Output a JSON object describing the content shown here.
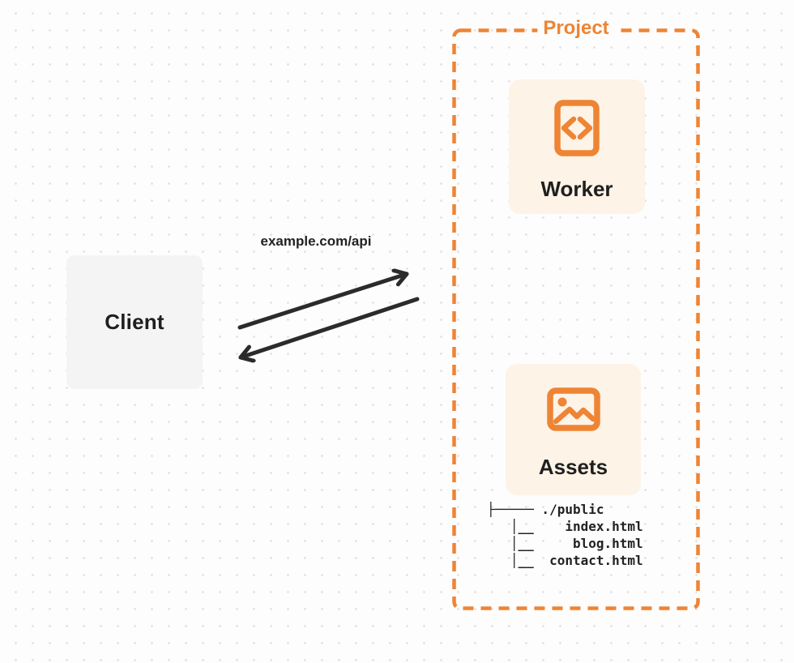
{
  "diagram": {
    "client": {
      "label": "Client"
    },
    "request": {
      "label": "example.com/api"
    },
    "project": {
      "label": "Project",
      "worker": {
        "label": "Worker",
        "icon": "code-file-icon"
      },
      "assets": {
        "label": "Assets",
        "icon": "image-icon"
      },
      "file_tree": {
        "root": "./public",
        "files": [
          "index.html",
          "blog.html",
          "contact.html"
        ],
        "lines": [
          "├───── ./public",
          "   │__    index.html",
          "   │__     blog.html",
          "   │__  contact.html"
        ]
      }
    },
    "colors": {
      "accent_orange": "#EE8434",
      "card_cream": "#FDF3E7",
      "client_gray": "#F4F4F5",
      "arrow_dark": "#2B2B2B",
      "dot_grid": "#E4E4E6"
    }
  }
}
